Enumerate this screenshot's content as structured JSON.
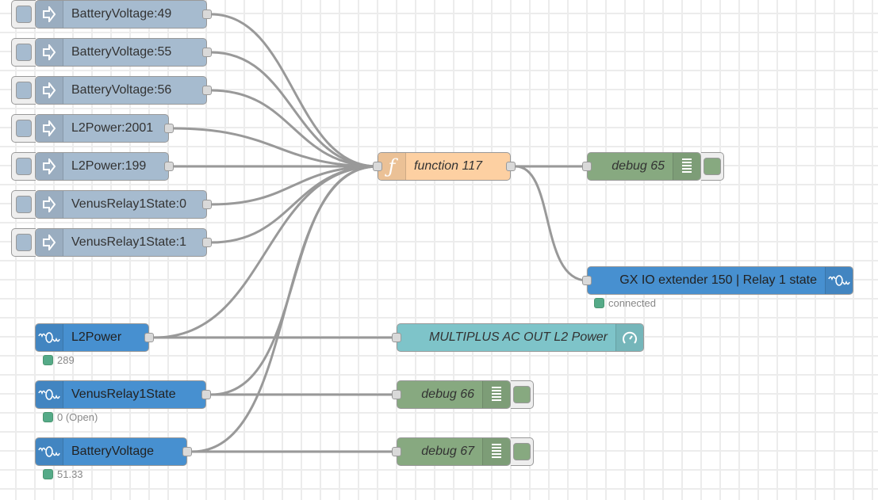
{
  "canvas": {
    "inject_nodes": [
      {
        "label": "BatteryVoltage:49"
      },
      {
        "label": "BatteryVoltage:55"
      },
      {
        "label": "BatteryVoltage:56"
      },
      {
        "label": "L2Power:2001"
      },
      {
        "label": "L2Power:199"
      },
      {
        "label": "VenusRelay1State:0"
      },
      {
        "label": "VenusRelay1State:1"
      }
    ],
    "function_node": {
      "label": "function 117",
      "icon": "function-icon"
    },
    "debug_nodes": [
      {
        "label": "debug 65"
      },
      {
        "label": "debug 66"
      },
      {
        "label": "debug 67"
      }
    ],
    "output_node": {
      "label": "GX IO extender 150 | Relay 1 state",
      "status": "connected",
      "icon": "victron-icon"
    },
    "gauge_node": {
      "label": "MULTIPLUS AC OUT L2 Power",
      "icon": "gauge-icon"
    },
    "victron_input_nodes": [
      {
        "label": "L2Power",
        "status": "289"
      },
      {
        "label": "VenusRelay1State",
        "status": "0 (Open)"
      },
      {
        "label": "BatteryVoltage",
        "status": "51.33"
      }
    ],
    "colors": {
      "inject": "#a6bbcf",
      "function": "#fdd0a2",
      "debug": "#87a980",
      "victron": "#4790d0",
      "gauge": "#7ec4c9",
      "status_ok": "#55aa88",
      "wire": "#999999"
    }
  }
}
